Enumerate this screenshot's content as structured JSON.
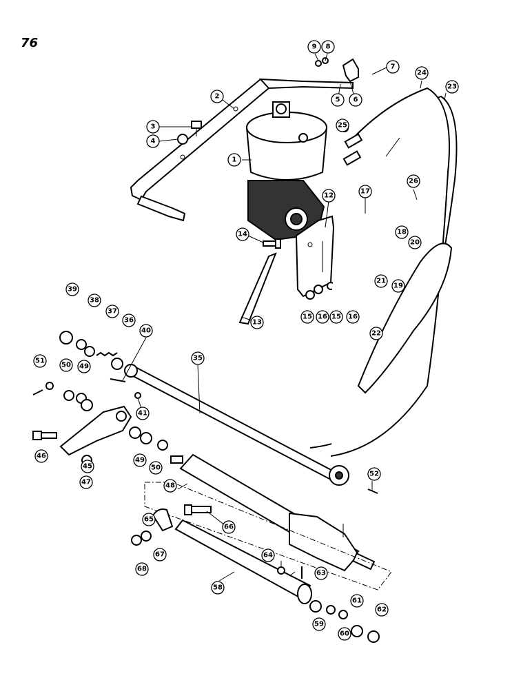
{
  "page": {
    "number": "76"
  },
  "callouts": [
    {
      "label": "1"
    },
    {
      "label": "2"
    },
    {
      "label": "3"
    },
    {
      "label": "4"
    },
    {
      "label": "5"
    },
    {
      "label": "6"
    },
    {
      "label": "7"
    },
    {
      "label": "8"
    },
    {
      "label": "9"
    },
    {
      "label": "12"
    },
    {
      "label": "13"
    },
    {
      "label": "14"
    },
    {
      "label": "15"
    },
    {
      "label": "16"
    },
    {
      "label": "15"
    },
    {
      "label": "16"
    },
    {
      "label": "17"
    },
    {
      "label": "18"
    },
    {
      "label": "19"
    },
    {
      "label": "20"
    },
    {
      "label": "21"
    },
    {
      "label": "22"
    },
    {
      "label": "23"
    },
    {
      "label": "24"
    },
    {
      "label": "25"
    },
    {
      "label": "26"
    },
    {
      "label": "35"
    },
    {
      "label": "36"
    },
    {
      "label": "37"
    },
    {
      "label": "38"
    },
    {
      "label": "39"
    },
    {
      "label": "40"
    },
    {
      "label": "41"
    },
    {
      "label": "45"
    },
    {
      "label": "46"
    },
    {
      "label": "47"
    },
    {
      "label": "48"
    },
    {
      "label": "49"
    },
    {
      "label": "49"
    },
    {
      "label": "50"
    },
    {
      "label": "50"
    },
    {
      "label": "51"
    },
    {
      "label": "52"
    },
    {
      "label": "58"
    },
    {
      "label": "59"
    },
    {
      "label": "60"
    },
    {
      "label": "61"
    },
    {
      "label": "62"
    },
    {
      "label": "63"
    },
    {
      "label": "64"
    },
    {
      "label": "65"
    },
    {
      "label": "66"
    },
    {
      "label": "67"
    },
    {
      "label": "68"
    }
  ]
}
